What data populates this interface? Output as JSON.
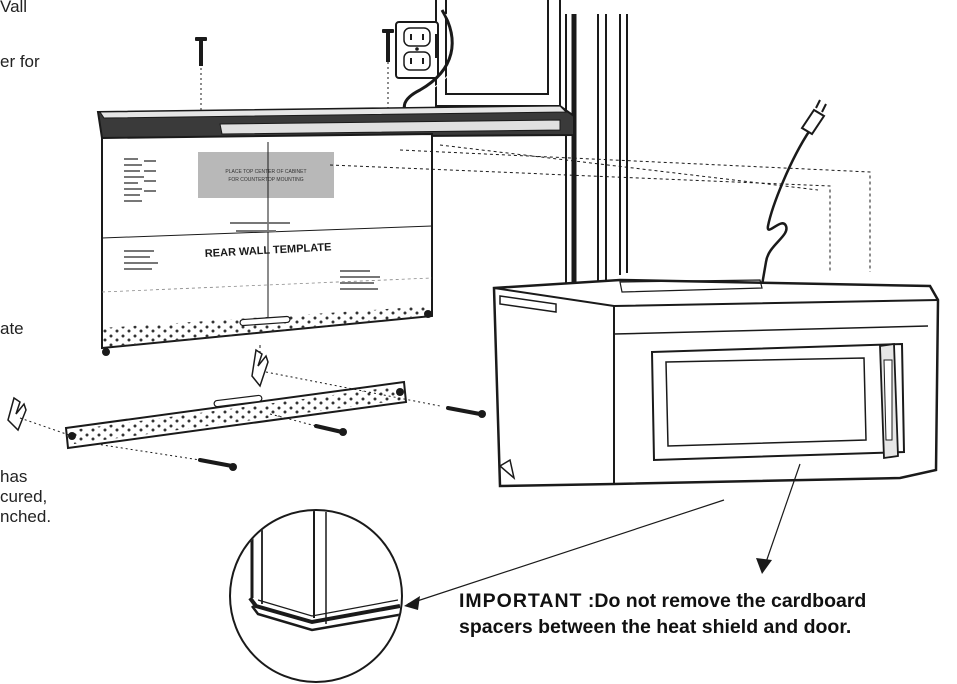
{
  "left_fragments": [
    "Vall",
    "er for",
    "ate",
    "has",
    "cured,",
    "nched."
  ],
  "template": {
    "title": "REAR WALL TEMPLATE",
    "box_text_1": "PLACE TOP CENTER OF CABINET",
    "box_text_2": "FOR COUNTERTOP MOUNTING"
  },
  "callout": {
    "keyword": "IMPORTANT",
    "line1_rest": " :Do not remove the cardboard",
    "line2": "spacers between the heat shield and door."
  },
  "colors": {
    "ink": "#1a1a1a",
    "shelf": "#3a3a3a",
    "template_box": "#b8b8b8",
    "background": "#ffffff"
  },
  "icons": [
    "outlet-icon",
    "screw-icon",
    "power-plug-icon",
    "mounting-plate",
    "microwave-oven",
    "detail-magnifier"
  ]
}
